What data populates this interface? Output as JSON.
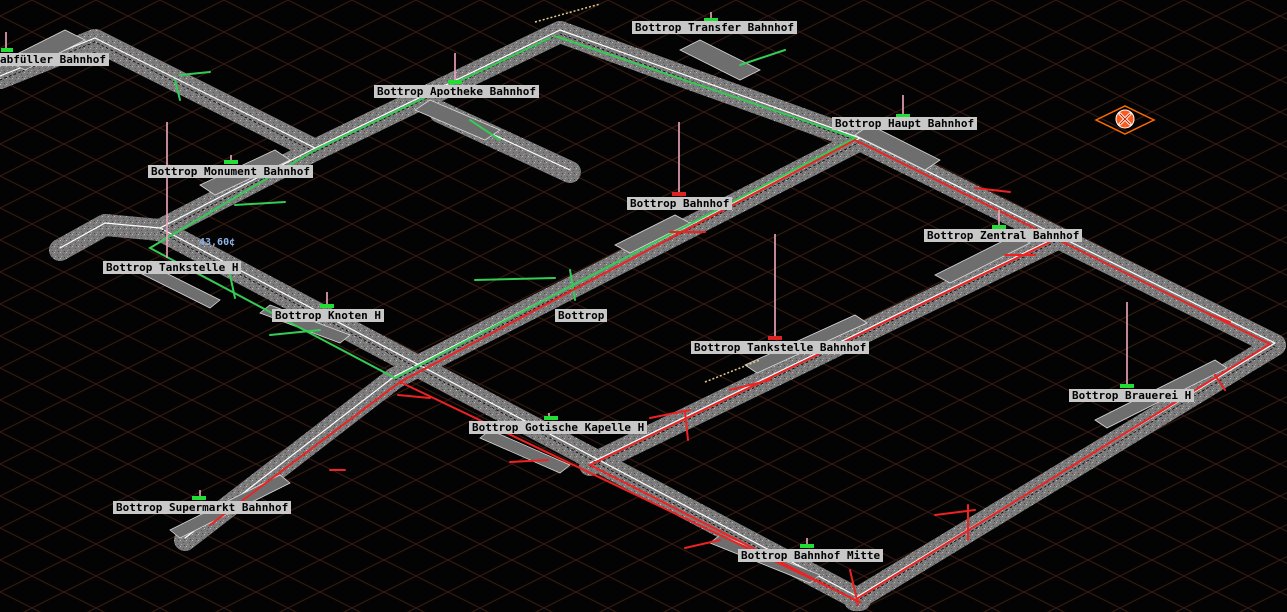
{
  "stations": [
    {
      "id": "abfueller",
      "name": "abfüller Bahnhof"
    },
    {
      "id": "transfer",
      "name": "Bottrop Transfer Bahnhof"
    },
    {
      "id": "apotheke",
      "name": "Bottrop Apotheke Bahnhof"
    },
    {
      "id": "haupt",
      "name": "Bottrop Haupt Bahnhof"
    },
    {
      "id": "monument",
      "name": "Bottrop Monument Bahnhof"
    },
    {
      "id": "bahnhof",
      "name": "Bottrop Bahnhof"
    },
    {
      "id": "zentral",
      "name": "Bottrop Zentral Bahnhof"
    },
    {
      "id": "tankstelle-h",
      "name": "Bottrop Tankstelle H"
    },
    {
      "id": "knoten",
      "name": "Bottrop Knoten H"
    },
    {
      "id": "tankstelle-bahnhof",
      "name": "Bottrop Tankstelle Bahnhof"
    },
    {
      "id": "brauerei",
      "name": "Bottrop Brauerei H"
    },
    {
      "id": "gotische",
      "name": "Bottrop Gotische Kapelle H"
    },
    {
      "id": "supermarkt",
      "name": "Bottrop Supermarkt Bahnhof"
    },
    {
      "id": "mitte",
      "name": "Bottrop Bahnhof Mitte"
    }
  ],
  "city_label": "Bottrop",
  "income_text": "43,60¢",
  "colors": {
    "background": "#030303",
    "grid": "#3a1a12",
    "track_bed": "#8a8a8a",
    "rail": "#ffffff",
    "green_line": "#33cc55",
    "red_line": "#ee2222",
    "label_bg": "#c8c8c8",
    "label_text": "#000000",
    "signal_pole": "#f2a6bf",
    "income": "#8fb6e8"
  },
  "icons": {
    "remove_tool": "remove-marker-icon"
  }
}
